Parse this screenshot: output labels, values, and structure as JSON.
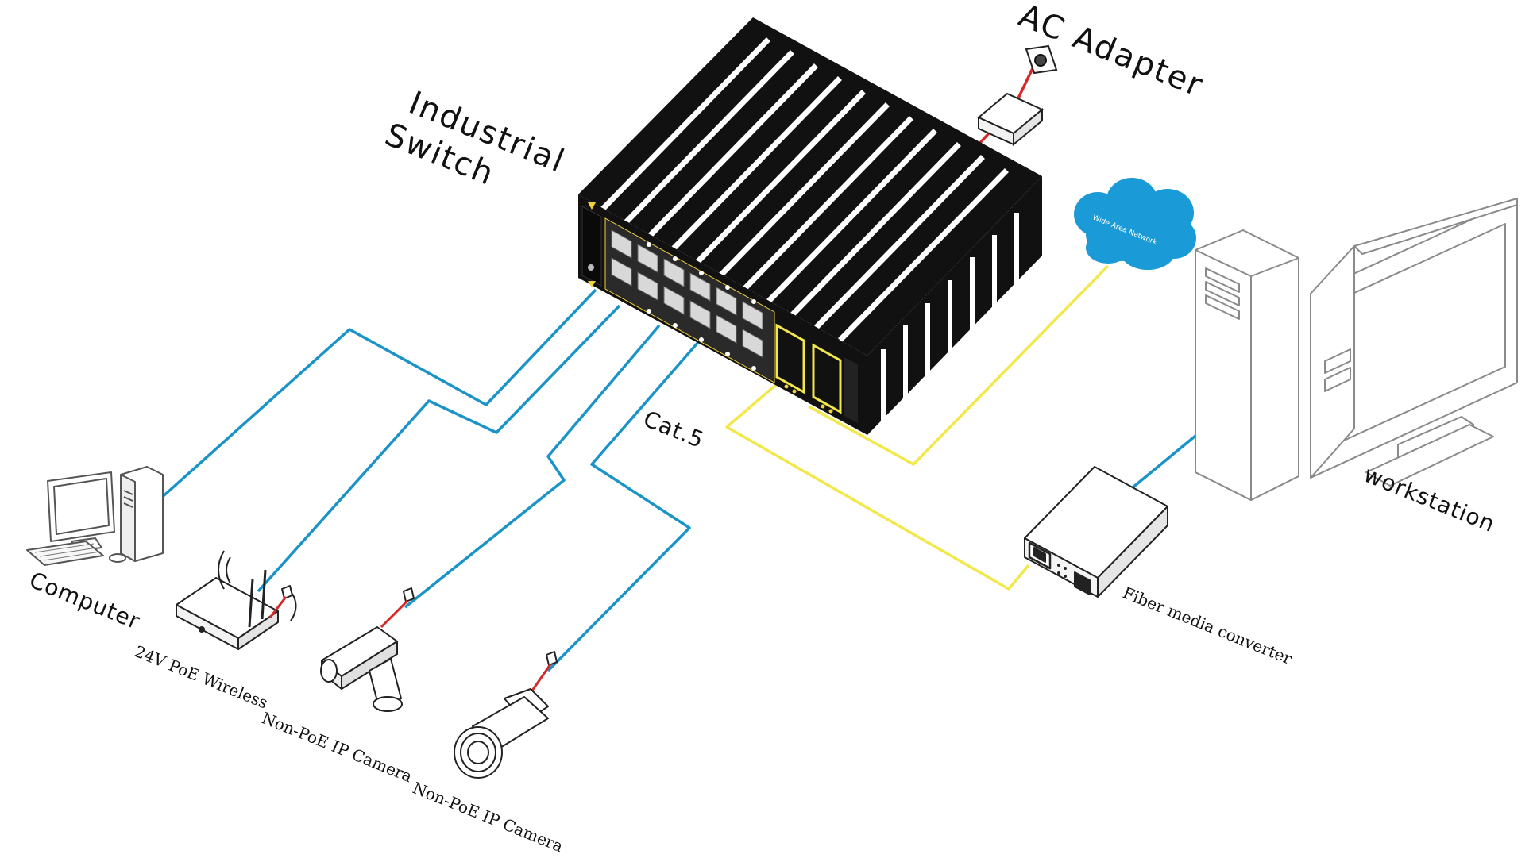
{
  "colors": {
    "cat5_cable": "#1a94c8",
    "fiber_cable": "#f2e84b",
    "power_cable": "#d62828",
    "cloud": "#1a9ad7",
    "switch_body": "#111111",
    "port_led": "#f2d23a"
  },
  "labels": {
    "switch": [
      "Industrial",
      "Switch"
    ],
    "ac_adapter": "AC Adapter",
    "wan": "Wide Area Network",
    "cat5": "Cat.5",
    "workstation": "workstation",
    "computer": "Computer",
    "wireless": "24V PoE Wireless",
    "camera_nonpoe_1": "Non-PoE IP Camera",
    "camera_nonpoe_2": "Non-PoE IP Camera",
    "fiber_converter": "Fiber media converter"
  },
  "icons": [
    "industrial-switch-icon",
    "ac-adapter-icon",
    "wall-socket-icon",
    "cloud-icon",
    "workstation-icon",
    "computer-icon",
    "wireless-router-icon",
    "dome-camera-icon",
    "bullet-camera-icon",
    "fiber-converter-icon"
  ]
}
